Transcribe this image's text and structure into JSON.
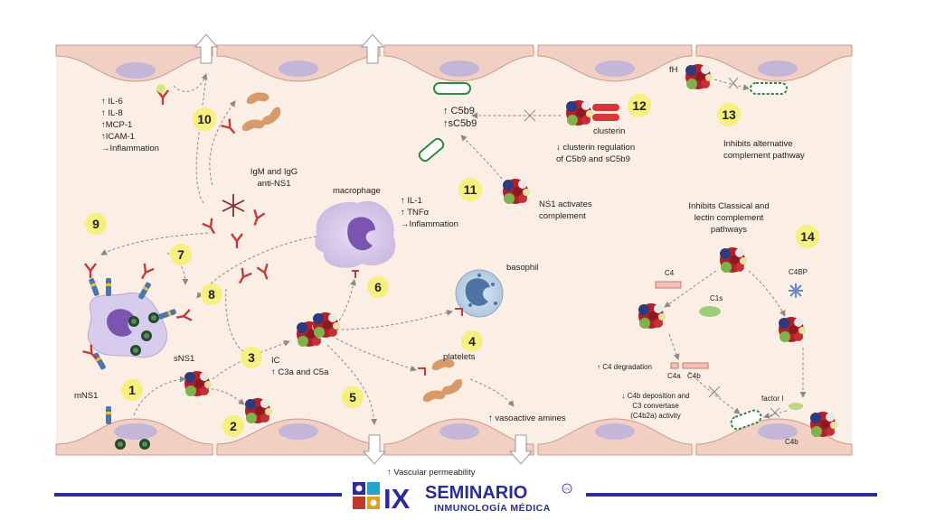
{
  "diagram": {
    "numbers": [
      "1",
      "2",
      "3",
      "4",
      "5",
      "6",
      "7",
      "8",
      "9",
      "10",
      "11",
      "12",
      "13",
      "14"
    ],
    "top_left_effects": [
      "↑ IL-6",
      "↑ IL-8",
      "↑MCP-1",
      "↑ICAM-1",
      "→Inflammation"
    ],
    "antibody_label": [
      "IgM and IgG",
      "anti-NS1"
    ],
    "macrophage_label": "macrophage",
    "macrophage_effects": [
      "↑ IL-1",
      "↑ TNFα",
      "→Inflammation"
    ],
    "c5b9": [
      "↑ C5b9",
      "↑sC5b9"
    ],
    "clusterin_label": "clusterin",
    "clusterin_effect": [
      "↓ clusterin regulation",
      "of C5b9 and sC5b9"
    ],
    "fh_label": "fH",
    "alt_pathway": [
      "Inhibits alternative",
      "complement pathway"
    ],
    "ns1_activates": [
      "NS1 activates",
      "complement"
    ],
    "classical_lectin": [
      "Inhibits Classical and",
      "lectin complement",
      "pathways"
    ],
    "basophil_label": "basophil",
    "platelets_label": "platelets",
    "vasoactive_label": "↑ vasoactive amines",
    "mns1_label": "mNS1",
    "sns1_label": "sNS1",
    "ic_label": [
      "IC",
      "↑ C3a and C5a"
    ],
    "vascular_label": "↑ Vascular permeability",
    "c4_label": "C4",
    "c1s_label": "C1s",
    "c4bp_label": "C4BP",
    "c4_degradation": "↑ C4 degradation",
    "c4a_label": "C4a",
    "c4b_label": "C4b",
    "c4b_deposition": [
      "↓ C4b deposition and",
      "C3 convertase",
      "(C4b2a) activity"
    ],
    "factor_i_label": "factor I",
    "c4b_bottom_label": "C4b"
  },
  "logo": {
    "roman": "IX",
    "name": "SEMINARIO",
    "sub": "INMUNOLOGÍA MÉDICA",
    "badge": "CIC"
  },
  "colors": {
    "background": "#fbeee4",
    "membrane": "#f1d0c3",
    "nucleus": "#c3b6d8",
    "accent": "#2b2b9a",
    "number_circle": "#f7ef7e"
  }
}
